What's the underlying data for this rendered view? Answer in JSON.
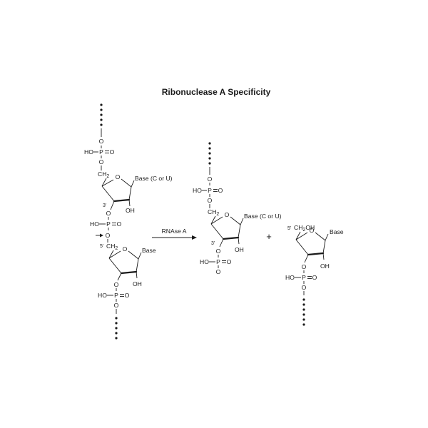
{
  "title": "Ribonuclease A Specificity",
  "arrow_label": "RNAse A",
  "plus": "+",
  "atoms": {
    "o": "O",
    "ho": "HO",
    "p": "P",
    "ch2": "CH",
    "sub2": "2",
    "ch2oh": "CH",
    "oh_suffix": "OH",
    "oh": "OH",
    "three_prime": "3'",
    "five_prime": "5'"
  },
  "bases": {
    "pyrimidine": "Base (C or U)",
    "generic": "Base"
  }
}
